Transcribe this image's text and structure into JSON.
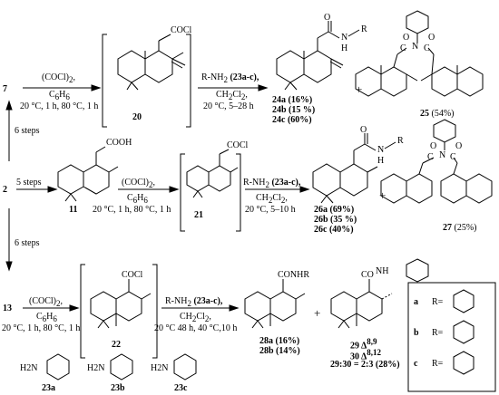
{
  "compounds": {
    "c7": "7",
    "c2": "2",
    "c13": "13",
    "c11": "11",
    "c20": "20",
    "c21": "21",
    "c22": "22",
    "c25": "25",
    "c27": "27",
    "c23a": "23a",
    "c23b": "23b",
    "c23c": "23c"
  },
  "steps": {
    "top": "6 steps",
    "mid": "5 steps",
    "bottom": "6 steps"
  },
  "reagents": {
    "oxalyl": "(COCl)",
    "sub2": "2",
    "comma": ",",
    "solvent": "C",
    "solvent_h": "H",
    "solvent_6": "6",
    "cond_acid": "20 °C, 1 h, 80 °C, 1 h",
    "amine_pre": "R-NH",
    "amine_2": "2",
    "amine_reagent": "(23a-c),",
    "dcm": "CH",
    "dcm_2": "2",
    "dcm_cl": "Cl",
    "cond_r1": "20 °C, 5–28 h",
    "cond_r2": "20 °C, 5–10 h",
    "cond_r3": "20 °C 48 h,  40 °C,10 h"
  },
  "yields": {
    "y24a": "24a (16%)",
    "y24b": "24b (15 %)",
    "y24c": "24c (60%)",
    "y25": "(54%)",
    "y26a": "26a (69%)",
    "y26b": "26b (35 %)",
    "y26c": "26c (40%)",
    "y27": "(25%)",
    "y28a": "28a (16%)",
    "y28b": "28b (14%)",
    "y29": "29 Δ",
    "y29sup": "8,9",
    "y30": "30 Δ",
    "y30sup": "8,12",
    "ratio": "29:30 = 2:3 (28%)"
  },
  "groups": {
    "acid": "COOH",
    "acyl": "COCl",
    "acyl2": "COCl",
    "acyl3": "COCl",
    "amideO": "O",
    "amideN": "N",
    "amideH": "H",
    "amideR": "R",
    "conhr": "CONHR",
    "co": "CO",
    "nh": "NH",
    "imide_o1": "O",
    "imide_o2": "O",
    "imide_n": "N",
    "imide_n2": "N",
    "imide_c1": "C",
    "imide_c2": "C",
    "imide27_o1": "O",
    "imide27_o2": "O",
    "imide27_n": "N",
    "imide27_c1": "C",
    "imide27_c2": "C",
    "h2n": "H2N",
    "n": "N"
  },
  "legend": {
    "a": "a",
    "b": "b",
    "c": "c",
    "ra": "R=",
    "rb": "R=",
    "rc": "R="
  }
}
